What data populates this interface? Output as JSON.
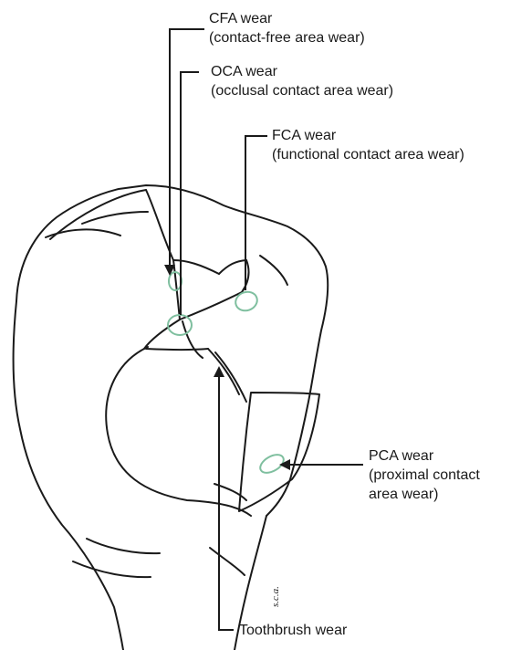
{
  "figure": {
    "labels": {
      "cfa": {
        "title": "CFA wear",
        "desc": "(contact-free area wear)"
      },
      "oca": {
        "title": "OCA wear",
        "desc": "(occlusal contact area wear)"
      },
      "fca": {
        "title": "FCA wear",
        "desc": "(functional contact area wear)"
      },
      "pca": {
        "title": "PCA wear",
        "desc_line1": "(proximal contact",
        "desc_line2": "area wear)"
      },
      "toothbrush": {
        "title": "Toothbrush wear"
      }
    },
    "signature": "s.c.a.",
    "colors": {
      "ink": "#1a1a1a",
      "wear_marker": "#7fbf9f",
      "background": "#ffffff"
    }
  }
}
